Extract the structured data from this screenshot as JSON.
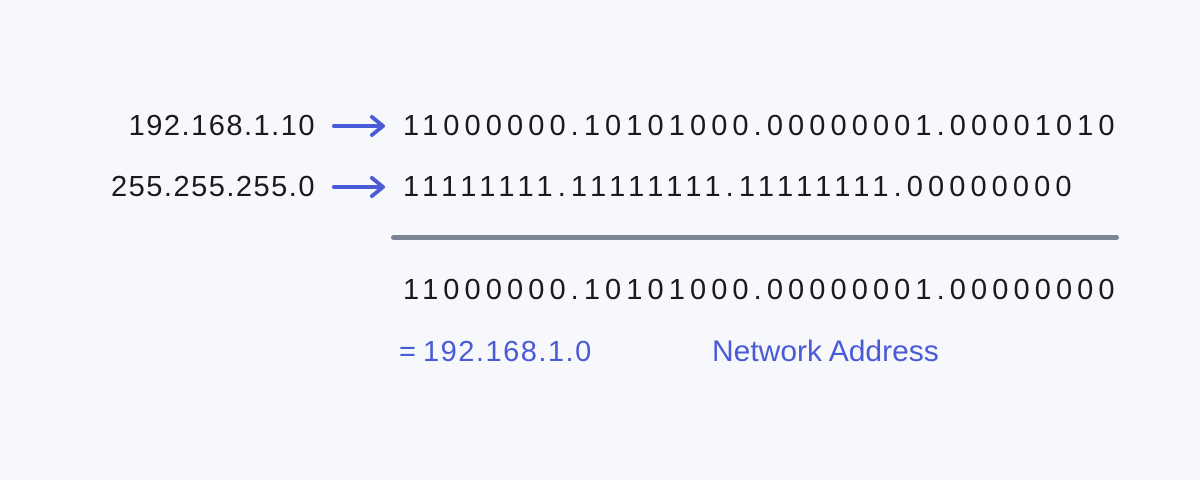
{
  "rows": [
    {
      "decimal": "192.168.1.10",
      "binary": "11000000.10101000.00000001.00001010"
    },
    {
      "decimal": "255.255.255.0",
      "binary": "11111111.11111111.11111111.00000000"
    }
  ],
  "result": {
    "binary": "11000000.10101000.00000001.00000000",
    "equals": "=",
    "decimal": "192.168.1.0",
    "label": "Network Address"
  },
  "colors": {
    "accent": "#4a5bd6",
    "rule": "#7c8594",
    "text": "#1a1a1a",
    "background": "#f7f8fc"
  },
  "icons": [
    "arrow-right-icon",
    "arrow-right-icon"
  ]
}
